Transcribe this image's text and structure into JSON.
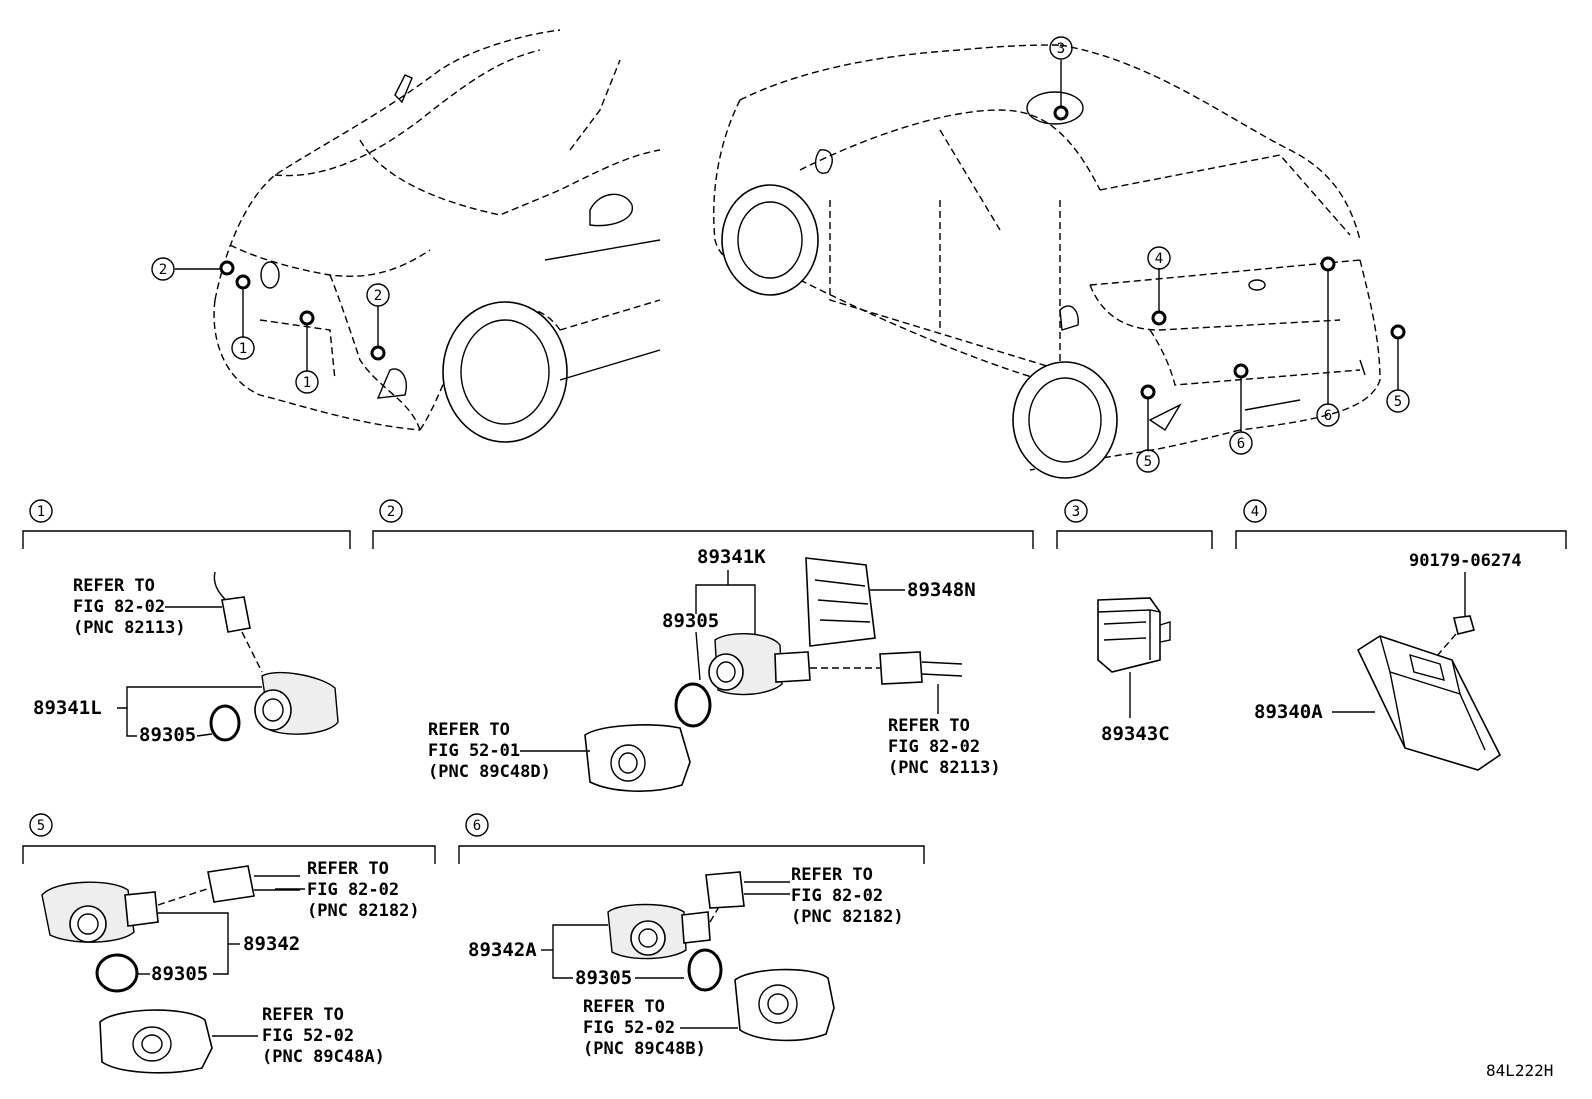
{
  "callouts": [
    "1",
    "2",
    "3",
    "4",
    "5",
    "6"
  ],
  "sections": [
    {
      "num": "1"
    },
    {
      "num": "2"
    },
    {
      "num": "3"
    },
    {
      "num": "4"
    },
    {
      "num": "5"
    },
    {
      "num": "6"
    }
  ],
  "parts": {
    "p89341L": "89341L",
    "p89305_s1": "89305",
    "p89341K": "89341K",
    "p89305_s2": "89305",
    "p89348N": "89348N",
    "p89343C": "89343C",
    "p90179": "90179-06274",
    "p89340A": "89340A",
    "p89342": "89342",
    "p89305_s5": "89305",
    "p89342A": "89342A",
    "p89305_s6": "89305"
  },
  "refs": {
    "s1": [
      "REFER TO",
      "FIG 82-02",
      "(PNC 82113)"
    ],
    "s2a": [
      "REFER TO",
      "FIG 52-01",
      "(PNC 89C48D)"
    ],
    "s2b": [
      "REFER TO",
      "FIG 82-02",
      "(PNC 82113)"
    ],
    "s5a": [
      "REFER TO",
      "FIG 82-02",
      "(PNC 82182)"
    ],
    "s5b": [
      "REFER TO",
      "FIG 52-02",
      "(PNC 89C48A)"
    ],
    "s6a": [
      "REFER TO",
      "FIG 82-02",
      "(PNC 82182)"
    ],
    "s6b": [
      "REFER TO",
      "FIG 52-02",
      "(PNC 89C48B)"
    ]
  },
  "diagram_code": "84L222H"
}
